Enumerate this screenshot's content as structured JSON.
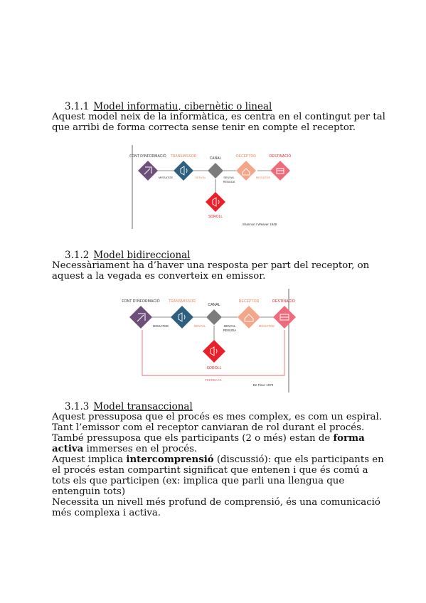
{
  "sections": [
    {
      "number": "3.1.1",
      "title": "Model informatiu, cibernètic o lineal",
      "text": "Aquest model neix de la informàtica, es centra en el contingut per tal que arribi de forma correcta sense tenir en compte el receptor."
    },
    {
      "number": "3.1.2",
      "title": "Model bidireccional",
      "text": "Necessàriament ha d’haver una resposta per part del receptor, on aquest a la vegada es converteix en emissor."
    },
    {
      "number": "3.1.3",
      "title": "Model transaccional",
      "p1_a": "Aquest pressuposa que el procés es mes complex, es com un espiral. Tant l’emissor com el receptor canviaran de rol durant el procés.  També pressuposa que els participants (2 o més) estan de ",
      "p1_bold": "forma activa",
      "p1_b": " immerses en el procés.",
      "p2_a": "Aquest implica ",
      "p2_bold": "intercomprensió",
      "p2_b": " (discussió): que els participants en el procés estan compartint significat que entenen i que és comú a tots els que participen (ex: implica que parli una llengua que entenguin tots)",
      "p3": "Necessita un nivell més profund de comprensió, és una comunicació més complexa i activa."
    }
  ],
  "diagram1": {
    "labels": {
      "source": "FONT D'INFORMACIÓ",
      "transmitter": "TRANSMISSOR",
      "channel": "CANAL",
      "receiver": "RECEPTOR",
      "destination": "DESTINACIÓ",
      "message": "MISSATGE",
      "signal": "SENYAL",
      "received_signal_1": "SENYAL",
      "received_signal_2": "REBUDA",
      "message2": "MISSATGE",
      "noise": "SOROLL",
      "credit": "Shannon i Weaver 1949"
    }
  },
  "diagram2": {
    "labels": {
      "source": "FONT D'INFORMACIÓ",
      "transmitter": "TRANSMISSOR",
      "channel": "CANAL",
      "receiver": "RECEPTOR",
      "destination": "DESTINACIÓ",
      "message": "MISSATGE",
      "signal": "SENYAL",
      "received_signal_1": "SENYAL",
      "received_signal_2": "REBUDA",
      "message2": "MISSATGE",
      "noise": "SOROLL",
      "feedback": "FEEDBACK",
      "credit": "De Fleur 1970"
    }
  },
  "colors": {
    "purple": "#6e4f7a",
    "blue": "#2f5f7f",
    "gray": "#7c7c7c",
    "peach": "#f3a68a",
    "pink": "#ef6b7a",
    "red": "#e8202a",
    "feedback_line": "#e26a74"
  }
}
